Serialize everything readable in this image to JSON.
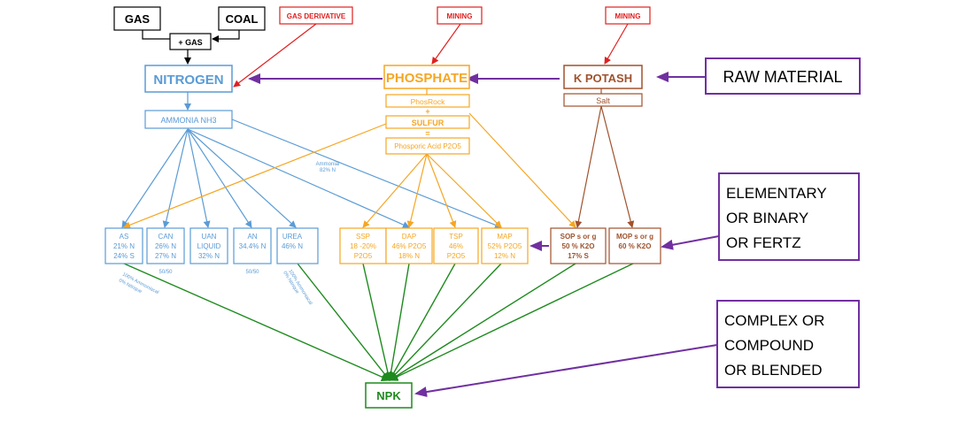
{
  "colors": {
    "nitrogen": "#5b9bd5",
    "phosphate": "#f5a623",
    "potash": "#a0522d",
    "green": "#1e8a1e",
    "purple": "#7030a0",
    "red": "#e02020",
    "black": "#000000"
  },
  "top": {
    "gas": "GAS",
    "coal": "COAL",
    "plus_gas": "+ GAS",
    "gas_derivative": "GAS DERIVATIVE",
    "mining_1": "MINING",
    "mining_2": "MINING"
  },
  "raw": {
    "nitrogen": "NITROGEN",
    "phosphate": "PHOSPHATE",
    "potash": "K POTASH"
  },
  "intermediate": {
    "ammonia": "AMMONIA NH3",
    "phosrock": "PhosRock",
    "plus": "+",
    "sulfur": "SULFUR",
    "equals": "=",
    "phosphoric_acid": "Phosporic  Acid P2O5",
    "salt": "Salt"
  },
  "products": {
    "as": [
      "AS",
      "21% N",
      "24% S"
    ],
    "can": [
      "CAN",
      "26% N",
      "27% N"
    ],
    "uan": [
      "UAN",
      "LIQUID",
      "32% N"
    ],
    "an": [
      "AN",
      "34.4% N"
    ],
    "urea": [
      "UREA",
      "46% N"
    ],
    "ssp": [
      "SSP",
      "18 -20%",
      "P2O5"
    ],
    "dap": [
      "DAP",
      "46% P2O5",
      "18% N"
    ],
    "tsp": [
      "TSP",
      "46%",
      "P2O5"
    ],
    "map": [
      "MAP",
      "52% P2O5",
      "12% N"
    ],
    "sop": [
      "SOP s or g",
      "50 % K2O",
      "17% S"
    ],
    "mop": [
      "MOP s or g",
      "60 % K2O"
    ]
  },
  "notes": {
    "ammonia_n_1": "Ammonial",
    "ammonia_n_2": "82% N",
    "as_1": "100% Ammoniacal",
    "as_2": "0% Nitrique",
    "can": "50/50",
    "an": "50/50",
    "urea_1": "100% Ammoniacal",
    "urea_2": "0% Nitrique"
  },
  "categories": {
    "raw": "RAW MATERIAL",
    "elementary": [
      "ELEMENTARY",
      "OR BINARY",
      "OR FERTZ"
    ],
    "complex": [
      "COMPLEX OR",
      "COMPOUND",
      "OR BLENDED"
    ]
  },
  "npk": "NPK"
}
